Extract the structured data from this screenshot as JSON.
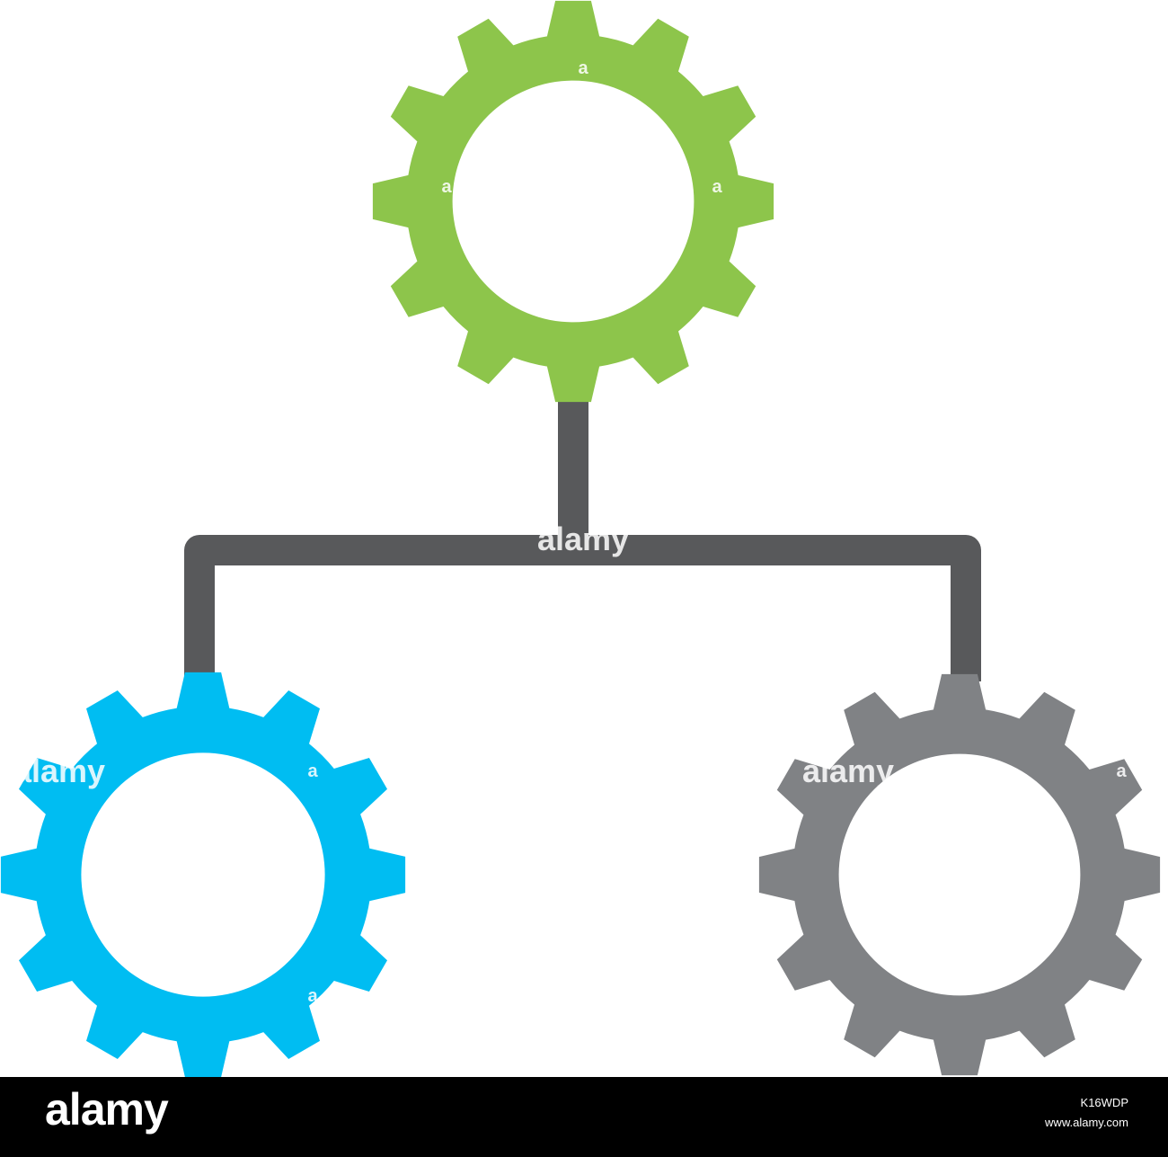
{
  "diagram": {
    "nodes": [
      {
        "id": "top",
        "color": "#8dc54b",
        "icon": "gear-icon"
      },
      {
        "id": "left",
        "color": "#00bdf2",
        "icon": "gear-icon"
      },
      {
        "id": "right",
        "color": "#808285",
        "icon": "gear-icon"
      }
    ],
    "connector_color": "#58595b",
    "edges": [
      {
        "from": "top",
        "to": "left"
      },
      {
        "from": "top",
        "to": "right"
      }
    ]
  },
  "watermark": {
    "text": "alamy",
    "small_mark": "a",
    "color": "#ffffff"
  },
  "footer": {
    "brand": "alamy",
    "stock_id": "K16WDP",
    "url": "www.alamy.com",
    "background": "#000000",
    "text_color": "#ffffff"
  }
}
